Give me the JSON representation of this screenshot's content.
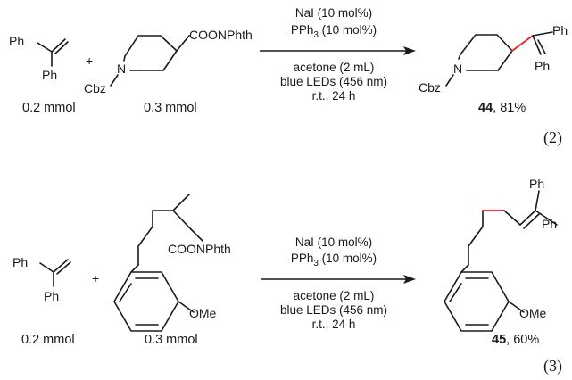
{
  "reactions": [
    {
      "alkene": {
        "labels": [
          "Ph",
          "Ph"
        ],
        "amount": "0.2 mmol"
      },
      "plus": "+",
      "substrate": {
        "group": "COONPhth",
        "n_label": "N",
        "protect": "Cbz",
        "amount": "0.3 mmol"
      },
      "conditions_above": [
        "NaI (10 mol%)",
        "PPh",
        "3",
        " (10 mol%)"
      ],
      "conditions_below": [
        "acetone (2 mL)",
        "blue LEDs (456 nm)",
        "r.t., 24 h"
      ],
      "product": {
        "labels": [
          "Ph",
          "Ph"
        ],
        "n_label": "N",
        "protect": "Cbz",
        "compound": "44",
        "yield": ", 81%"
      },
      "equation": "(2)"
    },
    {
      "alkene": {
        "labels": [
          "Ph",
          "Ph"
        ],
        "amount": "0.2 mmol"
      },
      "plus": "+",
      "substrate": {
        "group": "COONPhth",
        "substituent": "OMe",
        "amount": "0.3 mmol"
      },
      "conditions_above": [
        "NaI (10 mol%)",
        "PPh",
        "3",
        " (10 mol%)"
      ],
      "conditions_below": [
        "acetone (2 mL)",
        "blue LEDs (456 nm)",
        "r.t., 24 h"
      ],
      "product": {
        "labels": [
          "Ph",
          "Ph"
        ],
        "substituent": "OMe",
        "compound": "45",
        "yield": ", 60%"
      },
      "equation": "(3)"
    }
  ],
  "colors": {
    "ink": "#1a1a1a",
    "new_bond": "#e8212b"
  }
}
